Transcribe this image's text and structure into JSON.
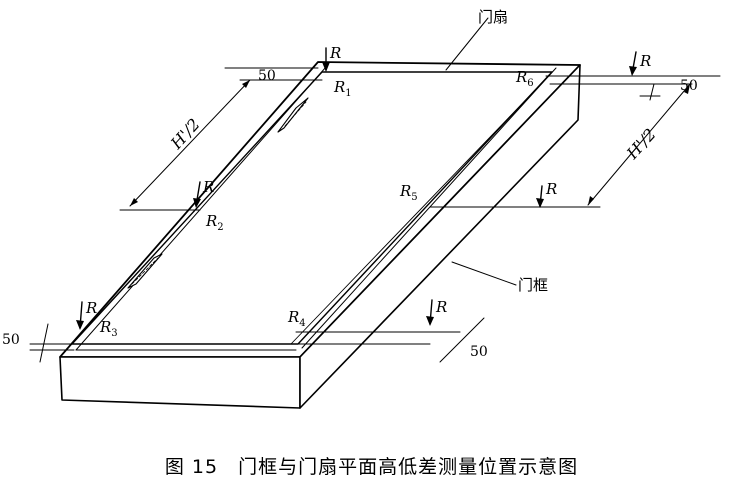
{
  "figure": {
    "number": "图 15",
    "caption": "门框与门扇平面高低差测量位置示意图"
  },
  "labels": {
    "door_leaf": "门扇",
    "door_frame": "门框",
    "r_symbol": "R",
    "points": [
      "R1",
      "R2",
      "R3",
      "R4",
      "R5",
      "R6"
    ],
    "offset": "50",
    "half_height": "H'/2"
  }
}
